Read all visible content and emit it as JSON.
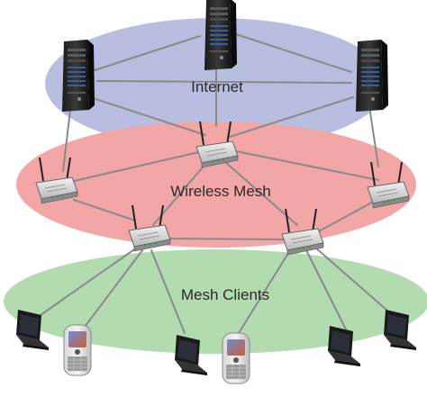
{
  "layers": {
    "internet": {
      "label": "Internet",
      "color": "#b9bde0"
    },
    "wireless_mesh": {
      "label": "Wireless Mesh",
      "color": "#f3a6a6"
    },
    "mesh_clients": {
      "label": "Mesh Clients",
      "color": "#b2dcb0"
    }
  },
  "link_color": "#8a8a8a",
  "icons": {
    "server": "server-tower-icon",
    "router": "wireless-router-icon",
    "laptop": "laptop-icon",
    "smartphone": "smartphone-icon"
  },
  "node_counts": {
    "servers": 3,
    "routers": 5,
    "laptops": 4,
    "smartphones": 2
  }
}
